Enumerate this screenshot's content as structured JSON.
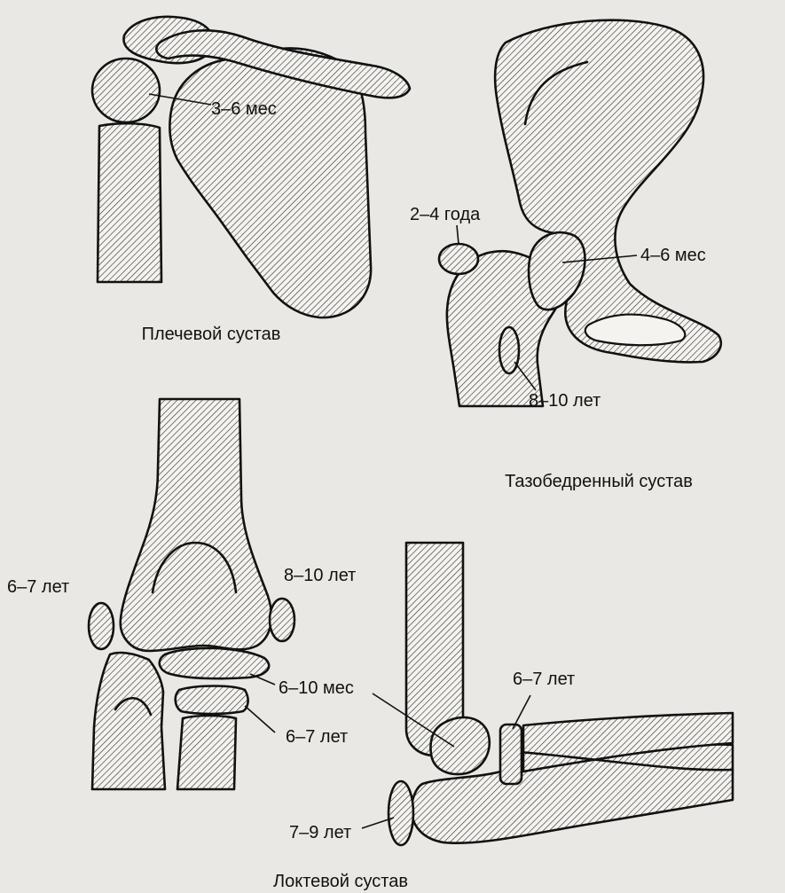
{
  "shoulder": {
    "caption": "Плечевой сустав",
    "labels": {
      "head": "3–6 мес"
    }
  },
  "hip": {
    "caption": "Тазобедренный сустав",
    "labels": {
      "greater_trochanter": "2–4 года",
      "femoral_head": "4–6 мес",
      "lesser_trochanter": "8–10 лет"
    }
  },
  "elbow": {
    "caption": "Локтевой сустав",
    "labels": {
      "medial_epicondyle": "6–7 лет",
      "lateral_epicondyle": "8–10 лет",
      "capitellum": "6–10 мес",
      "radial_head_front": "6–7 лет",
      "radial_head_side": "6–7 лет",
      "olecranon": "7–9 лет"
    }
  }
}
